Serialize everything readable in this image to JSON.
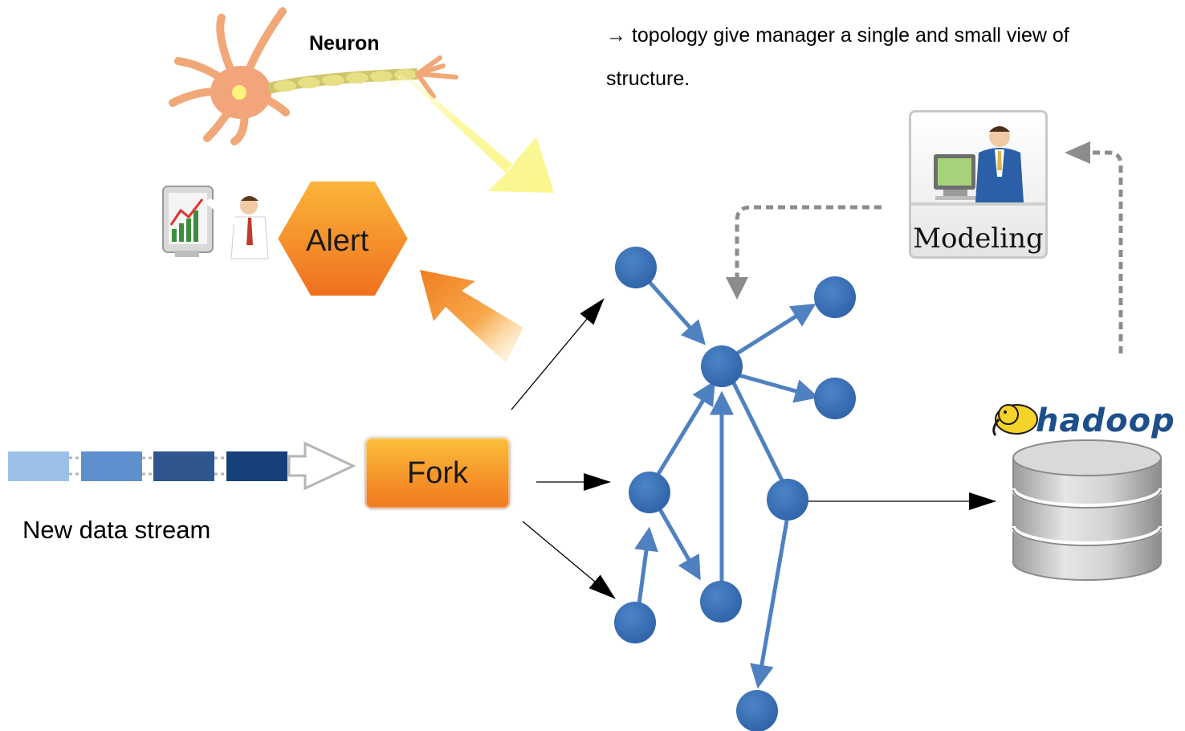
{
  "note": {
    "line1": "→ topology give manager  a single and small view of",
    "line2": "structure."
  },
  "labels": {
    "neuron": "Neuron",
    "alert": "Alert",
    "fork": "Fork",
    "new_data_stream": "New data stream",
    "modeling": "Modeling",
    "hadoop": "hadoop"
  },
  "colors": {
    "node_blue": "#3a6fb5",
    "edge_blue": "#4f81c1",
    "fork_orange": "#f5962a",
    "alert_orange": "#f07d22",
    "neuron_beam": "#fbf79a",
    "dashed_gray": "#8c8c8c"
  },
  "icons": [
    "neuron-icon",
    "presenter-chart-icon",
    "manager-computer-icon",
    "hadoop-elephant-icon",
    "database-icon"
  ]
}
